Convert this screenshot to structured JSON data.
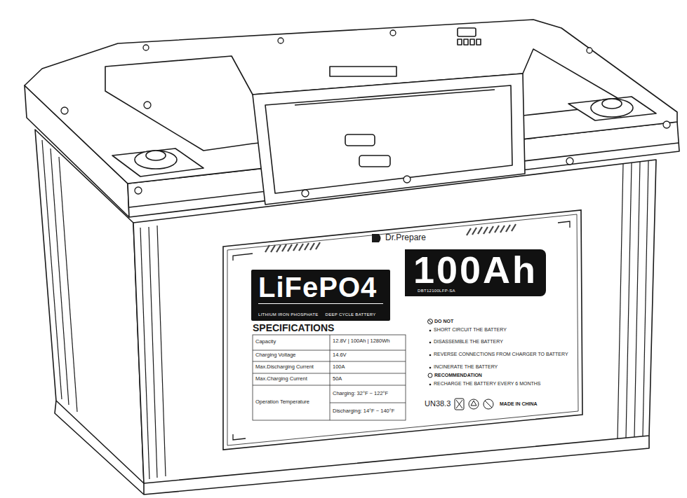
{
  "diagram": {
    "nodes": [
      {
        "text": [
          "LiFePO4",
          "LITHIUM IRON PHOSPHATE",
          "DEEP CYCLE BATTERY"
        ]
      },
      {
        "text": [
          "100Ah",
          "DBT12100LFP-SA"
        ]
      }
    ],
    "labels": [
      "Dr.Prepare",
      "SPECIFICATIONS",
      "Capacity",
      "12.8V | 100Ah | 1280Wh",
      "Charging Voltage",
      "14.6V",
      "Max.Discharging Current",
      "100A",
      "Max.Charging Current",
      "50A",
      "Operation Temperature",
      "Charging: 32°F ~ 122°F",
      "Discharging: 14°F ~ 140°F",
      "DO NOT",
      "SHORT CIRCUIT THE BATTERY",
      "DISASSEMBLE THE BATTERY",
      "REVERSE CONNECTIONS FROM CHARGER TO BATTERY",
      "INCINERATE THE BATTERY",
      "RECOMMENDATION",
      "RECHARGE THE BATTERY EVERY 6 MONTHS",
      "UN38.3",
      "MADE IN CHINA"
    ]
  }
}
